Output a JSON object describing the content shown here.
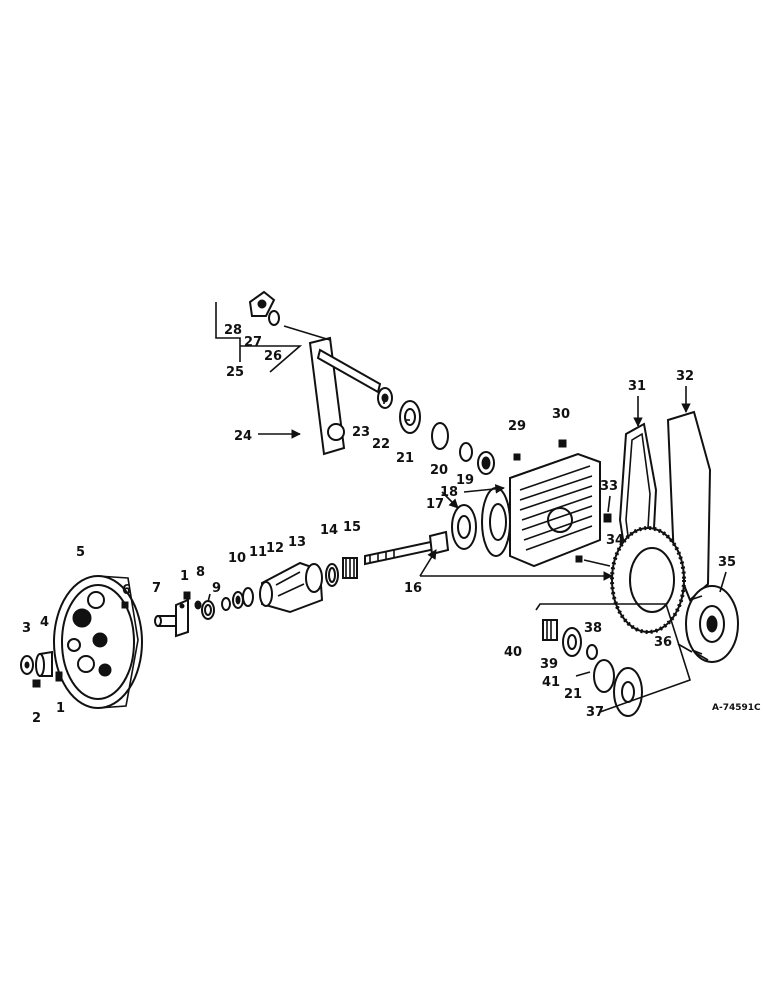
{
  "drawing_ref": "A-74591C",
  "callouts": [
    "1",
    "2",
    "3",
    "4",
    "5",
    "6",
    "7",
    "1",
    "8",
    "9",
    "10",
    "11",
    "12",
    "13",
    "14",
    "15",
    "16",
    "17",
    "18",
    "19",
    "20",
    "21",
    "22",
    "23",
    "24",
    "25",
    "26",
    "27",
    "28",
    "29",
    "30",
    "31",
    "32",
    "33",
    "34",
    "35",
    "36",
    "37",
    "38",
    "39",
    "40",
    "41",
    "21"
  ]
}
